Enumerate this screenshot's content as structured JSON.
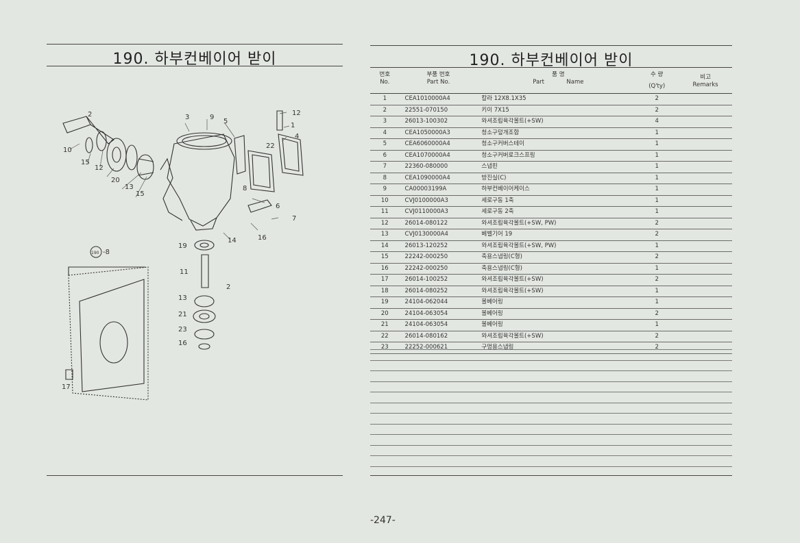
{
  "left_page": {
    "title": "190. 하부컨베이어 받이"
  },
  "right_page": {
    "title": "190. 하부컨베이어 받이",
    "headers": {
      "no_ko": "번호",
      "no_en": "No.",
      "part_no_ko": "부품 번호",
      "part_no_en": "Part No.",
      "name_ko": "품 명",
      "name_en_part": "Part",
      "name_en_name": "Name",
      "qty_ko": "수 량",
      "qty_en": "(Q'ty)",
      "remarks_ko": "비고",
      "remarks_en": "Remarks"
    },
    "rows": [
      {
        "no": "1",
        "part_no": "CEA1010000A4",
        "name": "칼라 12X8.1X35",
        "qty": "2"
      },
      {
        "no": "2",
        "part_no": "22551-070150",
        "name": "키이 7X15",
        "qty": "2"
      },
      {
        "no": "3",
        "part_no": "26013-100302",
        "name": "와셔조립육각볼트(+SW)",
        "qty": "4"
      },
      {
        "no": "4",
        "part_no": "CEA1050000A3",
        "name": "청소구덮개조합",
        "qty": "1"
      },
      {
        "no": "5",
        "part_no": "CEA6060000A4",
        "name": "청소구커버스테이",
        "qty": "1"
      },
      {
        "no": "6",
        "part_no": "CEA1070000A4",
        "name": "청소구커버로크스프링",
        "qty": "1"
      },
      {
        "no": "7",
        "part_no": "22360-080000",
        "name": "스냅핀",
        "qty": "1"
      },
      {
        "no": "8",
        "part_no": "CEA1090000A4",
        "name": "방진실(C)",
        "qty": "1"
      },
      {
        "no": "9",
        "part_no": "CA00003199A",
        "name": "하부컨베이어케이스",
        "qty": "1"
      },
      {
        "no": "10",
        "part_no": "CVJ0100000A3",
        "name": "세로구동 1축",
        "qty": "1"
      },
      {
        "no": "11",
        "part_no": "CVJ0110000A3",
        "name": "세로구동 2축",
        "qty": "1"
      },
      {
        "no": "12",
        "part_no": "26014-080122",
        "name": "와셔조립육각볼트(+SW, PW)",
        "qty": "2"
      },
      {
        "no": "13",
        "part_no": "CVJ0130000A4",
        "name": "베벨기어 19",
        "qty": "2"
      },
      {
        "no": "14",
        "part_no": "26013-120252",
        "name": "와셔조립육각볼트(+SW, PW)",
        "qty": "1"
      },
      {
        "no": "15",
        "part_no": "22242-000250",
        "name": "축용스냅링(C형)",
        "qty": "2"
      },
      {
        "no": "16",
        "part_no": "22242-000250",
        "name": "축용스냅링(C형)",
        "qty": "1"
      },
      {
        "no": "17",
        "part_no": "26014-100252",
        "name": "와셔조립육각볼트(+SW)",
        "qty": "2"
      },
      {
        "no": "18",
        "part_no": "26014-080252",
        "name": "와셔조립육각볼트(+SW)",
        "qty": "1"
      },
      {
        "no": "19",
        "part_no": "24104-062044",
        "name": "볼베어링",
        "qty": "1"
      },
      {
        "no": "20",
        "part_no": "24104-063054",
        "name": "볼베어링",
        "qty": "2"
      },
      {
        "no": "21",
        "part_no": "24104-063054",
        "name": "볼베어링",
        "qty": "1"
      },
      {
        "no": "22",
        "part_no": "26014-080162",
        "name": "와셔조립육각볼트(+SW)",
        "qty": "2"
      },
      {
        "no": "23",
        "part_no": "22252-000621",
        "name": "구멍용스냅링",
        "qty": "2"
      }
    ]
  },
  "diagram": {
    "callouts": [
      "2",
      "10",
      "15",
      "12",
      "20",
      "13",
      "15",
      "3",
      "9",
      "5",
      "12",
      "1",
      "4",
      "22",
      "8",
      "6",
      "7",
      "14",
      "16",
      "19",
      "11",
      "2",
      "13",
      "21",
      "23",
      "16",
      "17"
    ],
    "ref_symbol": "190",
    "ref_suffix": "-8"
  },
  "page_number": "-247-"
}
